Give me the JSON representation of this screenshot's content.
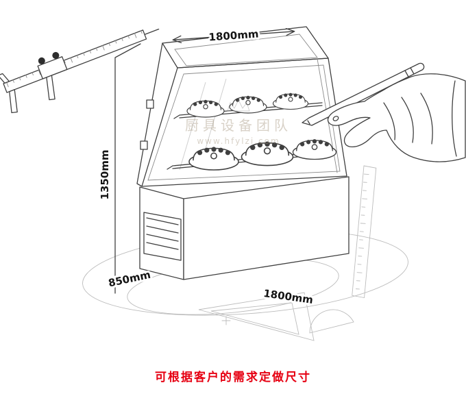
{
  "dimensions": {
    "top_width": "1800mm",
    "height": "1350mm",
    "depth": "850mm",
    "bottom_width": "1800mm"
  },
  "watermark": {
    "line1": "厨具设备团队",
    "line2": "www.hfylzi.com"
  },
  "caption": {
    "text": "可根据客户的需求定做尺寸",
    "color": "#e60012"
  },
  "colors": {
    "sketch_line": "#3f3f3f",
    "faint_line": "#bcbcbc",
    "watermark": "#a3947c"
  }
}
